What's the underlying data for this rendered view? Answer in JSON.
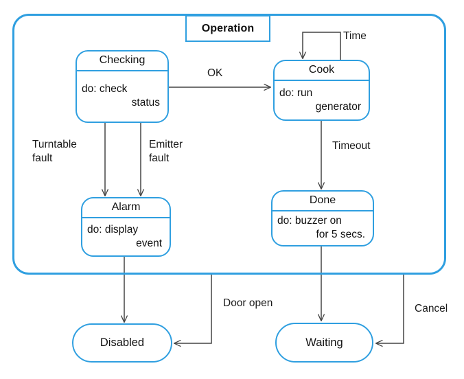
{
  "diagram": {
    "kind": "uml-state-machine",
    "title": "Operation",
    "palette": {
      "state_border": "#2f9fe0",
      "transition_line": "#444444",
      "background": "#ffffff",
      "text": "#1a1a1a"
    }
  },
  "composite": {
    "name": "Operation"
  },
  "states": [
    {
      "id": "checking",
      "name": "Checking",
      "body_line1": "do: check",
      "body_line2": "status",
      "kind": "composite-child"
    },
    {
      "id": "cook",
      "name": "Cook",
      "body_line1": "do: run",
      "body_line2": "generator",
      "kind": "composite-child"
    },
    {
      "id": "alarm",
      "name": "Alarm",
      "body_line1": "do: display",
      "body_line2": "event",
      "kind": "composite-child"
    },
    {
      "id": "done",
      "name": "Done",
      "body_line1": "do: buzzer on",
      "body_line2": "for 5 secs.",
      "kind": "composite-child"
    },
    {
      "id": "disabled",
      "name": "Disabled",
      "body_line1": "",
      "body_line2": "",
      "kind": "simple"
    },
    {
      "id": "waiting",
      "name": "Waiting",
      "body_line1": "",
      "body_line2": "",
      "kind": "simple"
    }
  ],
  "transitions": [
    {
      "id": "t-ok",
      "label": "OK",
      "from": "checking",
      "to": "cook"
    },
    {
      "id": "t-time",
      "label": "Time",
      "from": "cook",
      "to": "cook"
    },
    {
      "id": "t-timeout",
      "label": "Timeout",
      "from": "cook",
      "to": "done"
    },
    {
      "id": "t-turntable-fault",
      "label": "Turntable\nfault",
      "from": "checking",
      "to": "alarm"
    },
    {
      "id": "t-emitter-fault",
      "label": "Emitter\nfault",
      "from": "checking",
      "to": "alarm"
    },
    {
      "id": "t-alarm-disabled",
      "label": "",
      "from": "alarm",
      "to": "disabled"
    },
    {
      "id": "t-done-waiting",
      "label": "",
      "from": "done",
      "to": "waiting"
    },
    {
      "id": "t-door-open",
      "label": "Door open",
      "from": "operation",
      "to": "disabled"
    },
    {
      "id": "t-cancel",
      "label": "Cancel",
      "from": "operation",
      "to": "waiting"
    }
  ]
}
